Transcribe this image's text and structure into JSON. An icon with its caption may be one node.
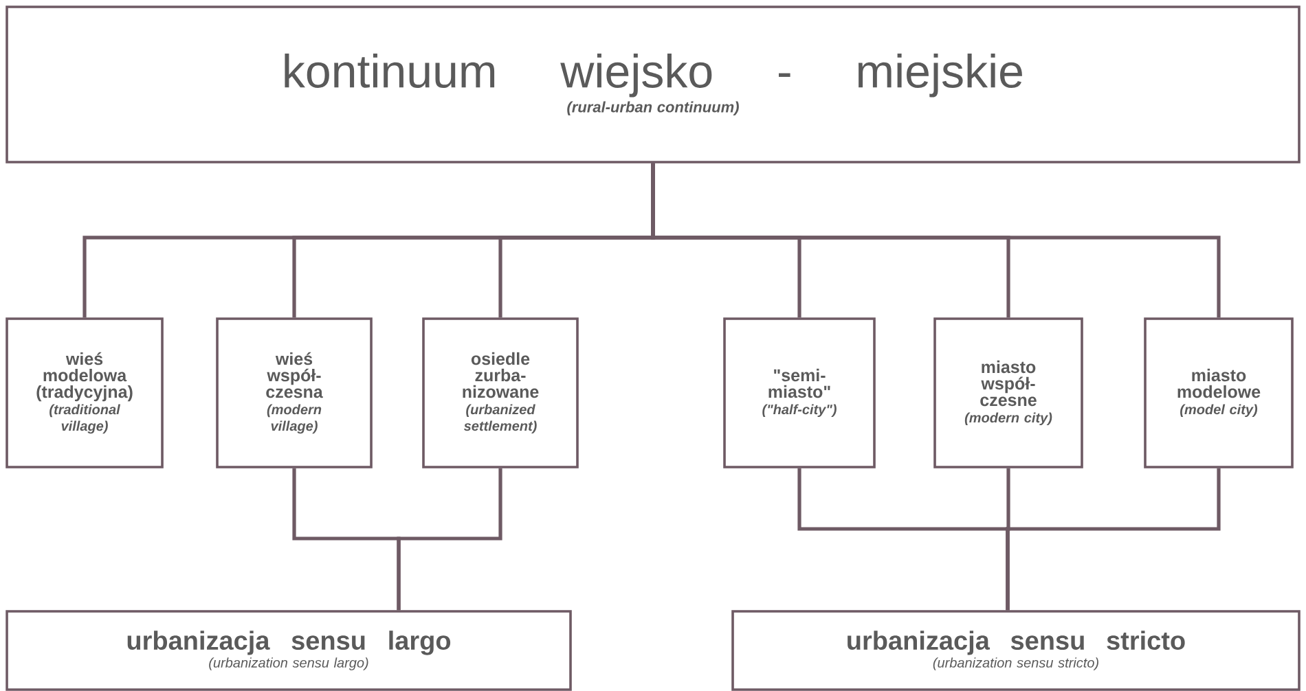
{
  "diagram": {
    "nodes": [
      {
        "text": [
          "kontinuum wiejsko - miejskie",
          "(rural-urban continuum)"
        ]
      },
      {
        "text": [
          "wieś modelowa (tradycyjna)",
          "(traditional village)"
        ]
      },
      {
        "text": [
          "wieś współ- czesna",
          "(modern village)"
        ]
      },
      {
        "text": [
          "osiedle zurba- nizowane",
          "(urbanized settlement)"
        ]
      },
      {
        "text": [
          "\"semi- miasto\"",
          "(\"half-city\")"
        ]
      },
      {
        "text": [
          "miasto współ- czesne",
          "(modern city)"
        ]
      },
      {
        "text": [
          "miasto modelowe",
          "(model city)"
        ]
      },
      {
        "text": [
          "urbanizacja sensu largo",
          "(urbanization sensu largo)"
        ]
      },
      {
        "text": [
          "urbanizacja sensu stricto",
          "(urbanization sensu stricto)"
        ]
      }
    ],
    "edges": [
      {
        "from": 0,
        "to": 1,
        "arrow": "none"
      },
      {
        "from": 0,
        "to": 2,
        "arrow": "none"
      },
      {
        "from": 0,
        "to": 3,
        "arrow": "none"
      },
      {
        "from": 0,
        "to": 4,
        "arrow": "none"
      },
      {
        "from": 0,
        "to": 5,
        "arrow": "none"
      },
      {
        "from": 0,
        "to": 6,
        "arrow": "none"
      },
      {
        "from": 2,
        "to": 7,
        "arrow": "none"
      },
      {
        "from": 3,
        "to": 7,
        "arrow": "none"
      },
      {
        "from": 4,
        "to": 8,
        "arrow": "none"
      },
      {
        "from": 5,
        "to": 8,
        "arrow": "none"
      },
      {
        "from": 6,
        "to": 8,
        "arrow": "none"
      }
    ]
  }
}
